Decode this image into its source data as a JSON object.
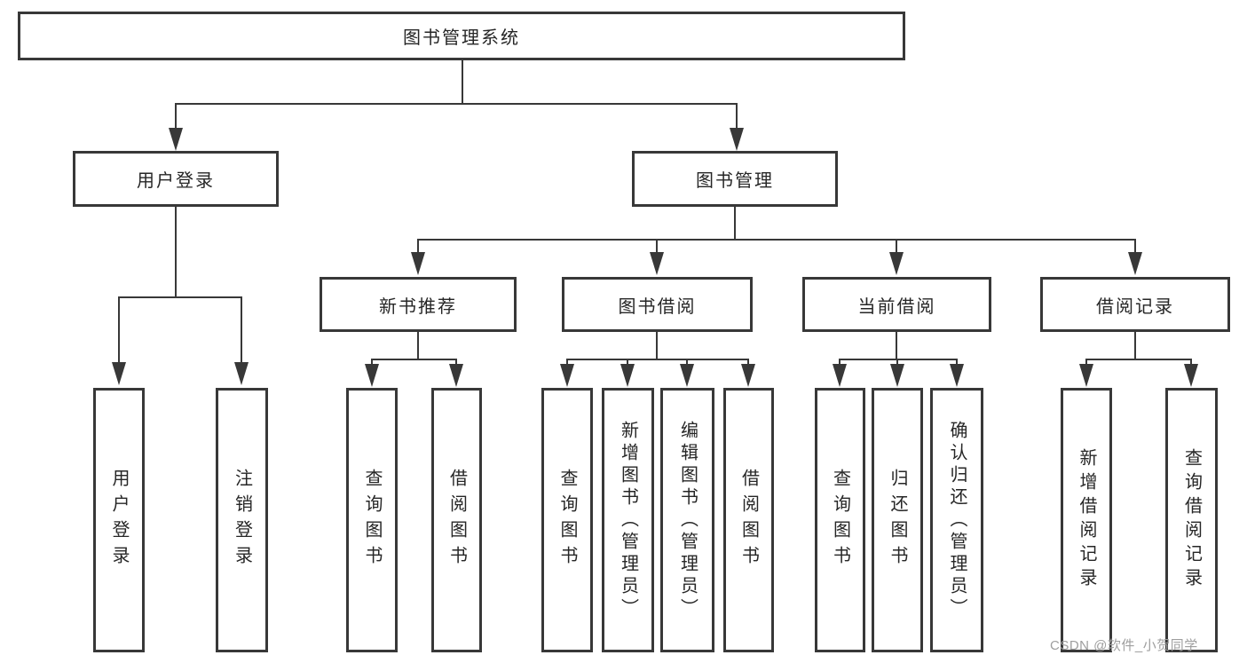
{
  "diagram": {
    "title": "图书管理系统",
    "colors": {
      "line": "#383838",
      "text": "#262626",
      "watermark": "#9e9e9e",
      "background": "#ffffff"
    },
    "nodes": {
      "root": {
        "label": "图书管理系统"
      },
      "user_login": {
        "label": "用户登录"
      },
      "book_mgmt": {
        "label": "图书管理"
      },
      "new_book_rec": {
        "label": "新书推荐"
      },
      "book_borrow": {
        "label": "图书借阅"
      },
      "current_borrow": {
        "label": "当前借阅"
      },
      "borrow_records": {
        "label": "借阅记录"
      }
    },
    "leaves": {
      "user_login": {
        "label": "用户登录"
      },
      "logout": {
        "label": "注销登录"
      },
      "query_book_1": {
        "label": "查询图书"
      },
      "borrow_book_1": {
        "label": "借阅图书"
      },
      "query_book_2": {
        "label": "查询图书"
      },
      "add_book_admin": {
        "label": "新增图书（管理员）"
      },
      "edit_book_admin": {
        "label": "编辑图书（管理员）"
      },
      "borrow_book_2": {
        "label": "借阅图书"
      },
      "query_book_3": {
        "label": "查询图书"
      },
      "return_book": {
        "label": "归还图书"
      },
      "confirm_return_admin": {
        "label": "确认归还（管理员）"
      },
      "add_borrow_record": {
        "label": "新增借阅记录"
      },
      "query_borrow_record": {
        "label": "查询借阅记录"
      }
    },
    "watermark": "CSDN @软件_小贺同学"
  }
}
